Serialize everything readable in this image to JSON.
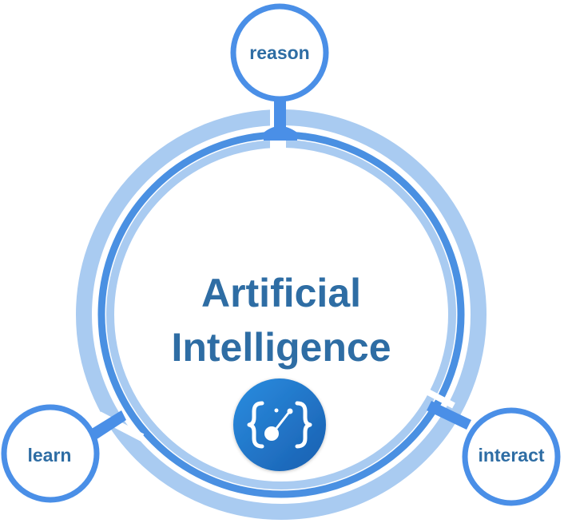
{
  "center": {
    "title_line1": "Artificial",
    "title_line2": "Intelligence",
    "logo_icon": "code-braces-node-icon"
  },
  "nodes": [
    {
      "label": "reason",
      "position": "top"
    },
    {
      "label": "learn",
      "position": "bottom-left"
    },
    {
      "label": "interact",
      "position": "bottom-right"
    }
  ],
  "colors": {
    "outer_ring": "#A9CBF1",
    "inner_ring": "#4A90E2",
    "node_stroke": "#4A8FE7",
    "text": "#2E6DA4",
    "logo_gradient_start": "#2A8DE0",
    "logo_gradient_end": "#1A5FB0"
  }
}
